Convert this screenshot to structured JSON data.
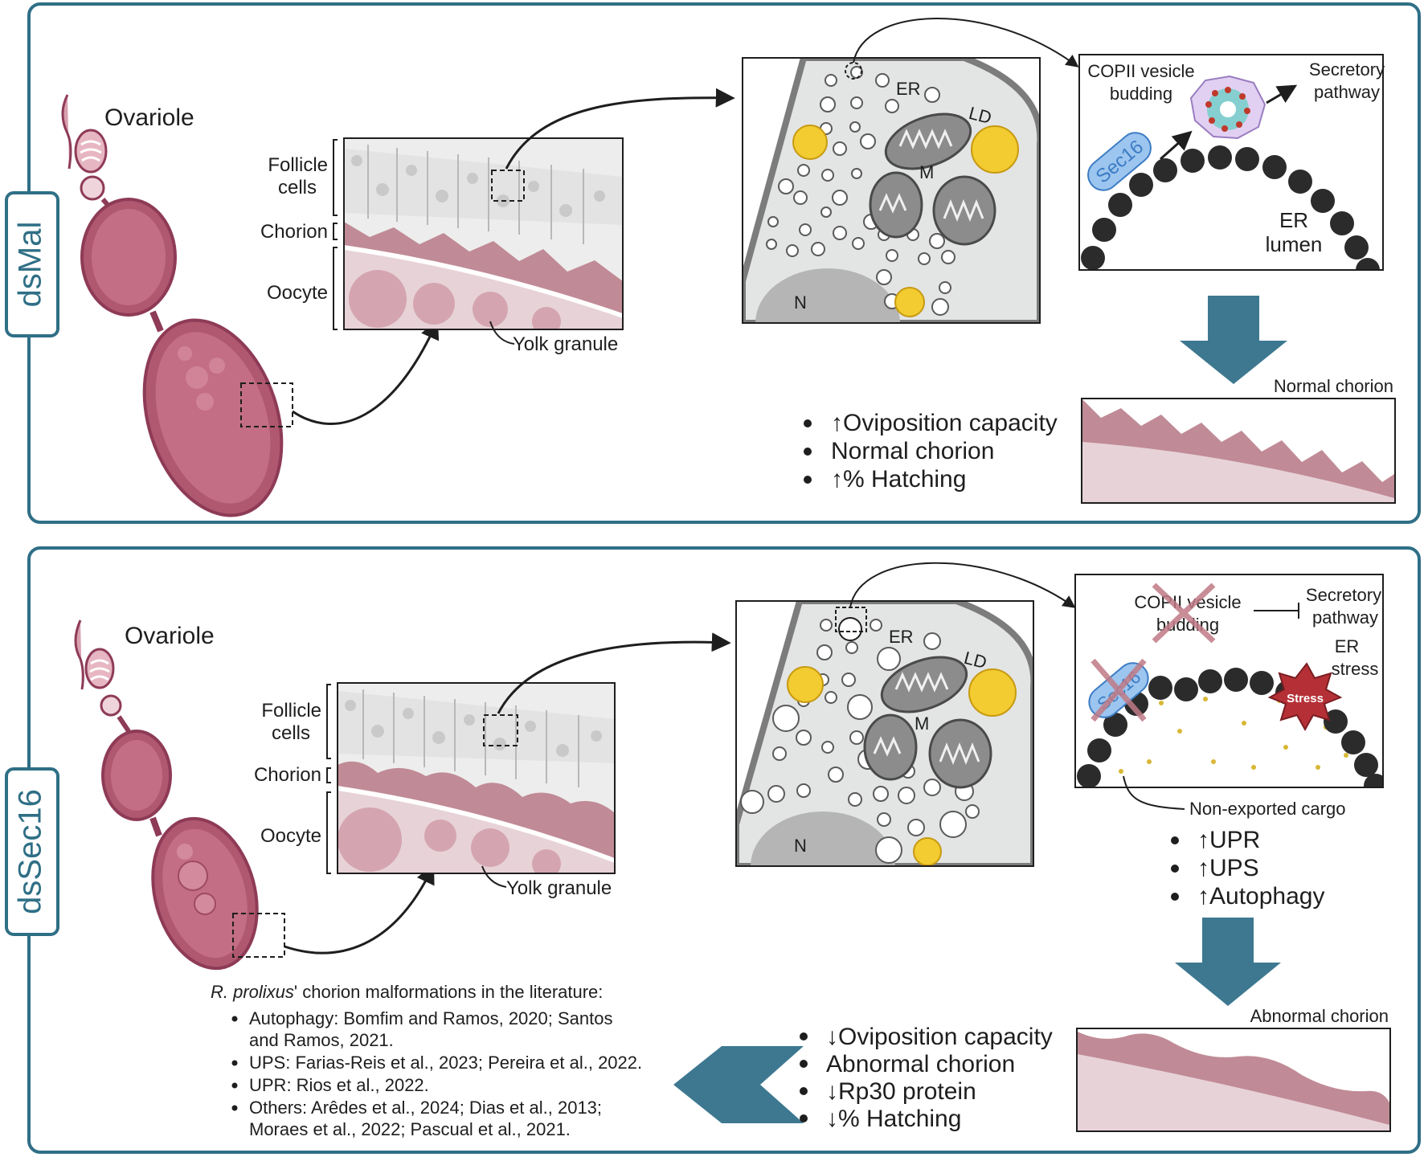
{
  "panels": {
    "top": {
      "tag": "dsMal",
      "ovariole_label": "Ovariole",
      "tissue": {
        "follicle_label_1": "Follicle",
        "follicle_label_2": "cells",
        "chorion_label": "Chorion",
        "oocyte_label": "Oocyte",
        "yolk_label": "Yolk granule"
      },
      "cell": {
        "er": "ER",
        "ld": "LD",
        "m": "M",
        "n": "N"
      },
      "er_zoom": {
        "copii_1": "COPII vesicle",
        "copii_2": "budding",
        "secretory_1": "Secretory",
        "secretory_2": "pathway",
        "sec16": "Sec16",
        "lumen_1": "ER",
        "lumen_2": "lumen"
      },
      "outcomes": [
        "↑Oviposition capacity",
        "Normal chorion",
        "↑% Hatching"
      ],
      "chorion_title": "Normal chorion"
    },
    "bottom": {
      "tag": "dsSec16",
      "ovariole_label": "Ovariole",
      "tissue": {
        "follicle_label_1": "Follicle",
        "follicle_label_2": "cells",
        "chorion_label": "Chorion",
        "oocyte_label": "Oocyte",
        "yolk_label": "Yolk granule"
      },
      "cell": {
        "er": "ER",
        "ld": "LD",
        "m": "M",
        "n": "N"
      },
      "er_zoom": {
        "copii_1": "COPII vesicle",
        "copii_2": "budding",
        "secretory_1": "Secretory",
        "secretory_2": "pathway",
        "sec16": "Sec16",
        "stress_1": "ER",
        "stress_2": "stress",
        "stress_burst": "Stress",
        "cargo": "Non-exported cargo"
      },
      "responses": [
        "↑UPR",
        "↑UPS",
        "↑Autophagy"
      ],
      "outcomes": [
        "↓Oviposition capacity",
        "Abnormal chorion",
        "↓Rp30 protein",
        "↓% Hatching"
      ],
      "chorion_title": "Abnormal chorion",
      "literature": {
        "title_italic": "R. prolixus",
        "title_rest": "' chorion malformations in the literature:",
        "items": [
          [
            "Autophagy: Bomfim and Ramos, 2020; Santos",
            "and Ramos, 2021."
          ],
          [
            "UPS: Farias-Reis et al., 2023; Pereira et al., 2022."
          ],
          [
            "UPR: Rios et al., 2022."
          ],
          [
            "Others: Arêdes et al., 2024; Dias et al., 2013;",
            "Moraes et al., 2022; Pascual et al., 2021."
          ]
        ]
      }
    }
  },
  "colors": {
    "frame": "#2f6f86",
    "arrow_big": "#3d7890",
    "egg_dark": "#8e3b57",
    "egg_fill": "#b0586f",
    "chorion": "#c08b96",
    "oocyte": "#e7d2d8",
    "cytoplasm": "#e3e4e4",
    "lipid": "#f2cc30",
    "stress": "#b53036"
  }
}
